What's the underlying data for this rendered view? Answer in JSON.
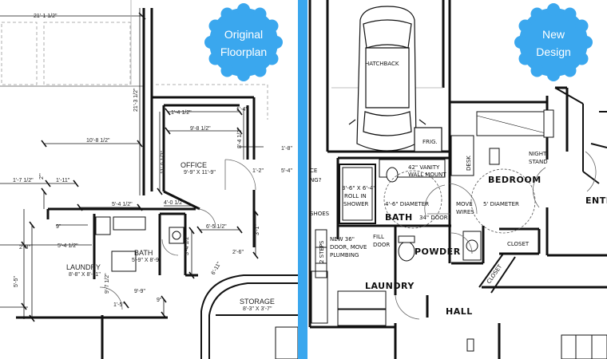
{
  "badges": {
    "original_line1": "Original",
    "original_line2": "Floorplan",
    "new_line1": "New",
    "new_line2": "Design"
  },
  "colors": {
    "badge_blue": "#3aa7ee",
    "divider_blue": "#3aa7ee",
    "line": "#111111",
    "gray_line": "#9a9a9a"
  },
  "original": {
    "rooms": {
      "office": "OFFICE",
      "office_dim": "9'-9\" X 11'-9\"",
      "laundry": "LAUNDRY",
      "laundry_dim": "8'-8\" X 8'-11\"",
      "bath": "BATH",
      "bath_dim": "5'-9\" X 8'-9\"",
      "storage": "STORAGE",
      "storage_dim": "8'-3\" X 3'-7\""
    },
    "dims": {
      "top": "21'-1 1/2\"",
      "d_21_3": "21'-3 1/2\"",
      "d_10_8": "10'-8 1/2\"",
      "d_1_4": "1'-4 1/2\"",
      "d_1_4b": "1'-4\"",
      "d_9_8": "9'-8 1/2\"",
      "d_8_4": "8'-4 1/2\"",
      "d_11_9": "11'-9 1/2\"",
      "d_1_8": "1'-8\"",
      "d_5_4": "5'-4\"",
      "d_1_2": "1'-2\"",
      "d_1_7": "1'-7 1/2\"",
      "d_1_11": "1'-11\"",
      "d_2": "2'\"",
      "d_5_4b": "5'-4 1/2\"",
      "d_4_0": "4'-0 1/2\"",
      "d_6_5": "6'-5 1/2\"",
      "d_9": "9\"",
      "d_3_1": "3'-1\"",
      "d_3_4": "3'-4 1/2\"",
      "d_2_6": "2'-6\"",
      "d_6_11": "6'-11\"",
      "d_5_4c": "5'-4 1/2\"",
      "d_2_8": "2'-8\"",
      "d_5_5": "5'-5\"",
      "d_9_7": "9'-7 1/2\"",
      "d_9b": "9\"",
      "d_1_5": "1'-5\"",
      "d_9_9": "9'-9\""
    }
  },
  "newdesign": {
    "rooms": {
      "hatchback": "HATCHBACK",
      "frig": "FRIG.",
      "bedroom": "BEDROOM",
      "bath": "BATH",
      "powder": "POWDER",
      "laundry": "LAUNDRY",
      "hall": "HALL",
      "closet": "CLOSET",
      "closet2": "CLOSET",
      "entry": "ENTR"
    },
    "notes": {
      "night1": "NIGHT",
      "night2": "STAND",
      "desk": "DESK",
      "vanity1": "42\" VANITY",
      "vanity2": "WALL MOUNT",
      "shower1": "3'-6\" X 6'-4\"",
      "shower2": "ROLL IN",
      "shower3": "SHOWER",
      "bath_dia": "4'-6\" DIAMETER",
      "bed_dia": "5' DIAMETER",
      "move1": "MOVE",
      "move2": "WIRES",
      "door34": "34\" DOOR",
      "shoes": "SHOES",
      "steps": "2 STEPS",
      "new36a": "NEW 36\"",
      "new36b": "DOOR, MOVE",
      "new36c": "PLUMBING",
      "fill1": "FILL",
      "fill2": "DOOR",
      "ce1": "CE",
      "ce2": "NG?"
    }
  }
}
